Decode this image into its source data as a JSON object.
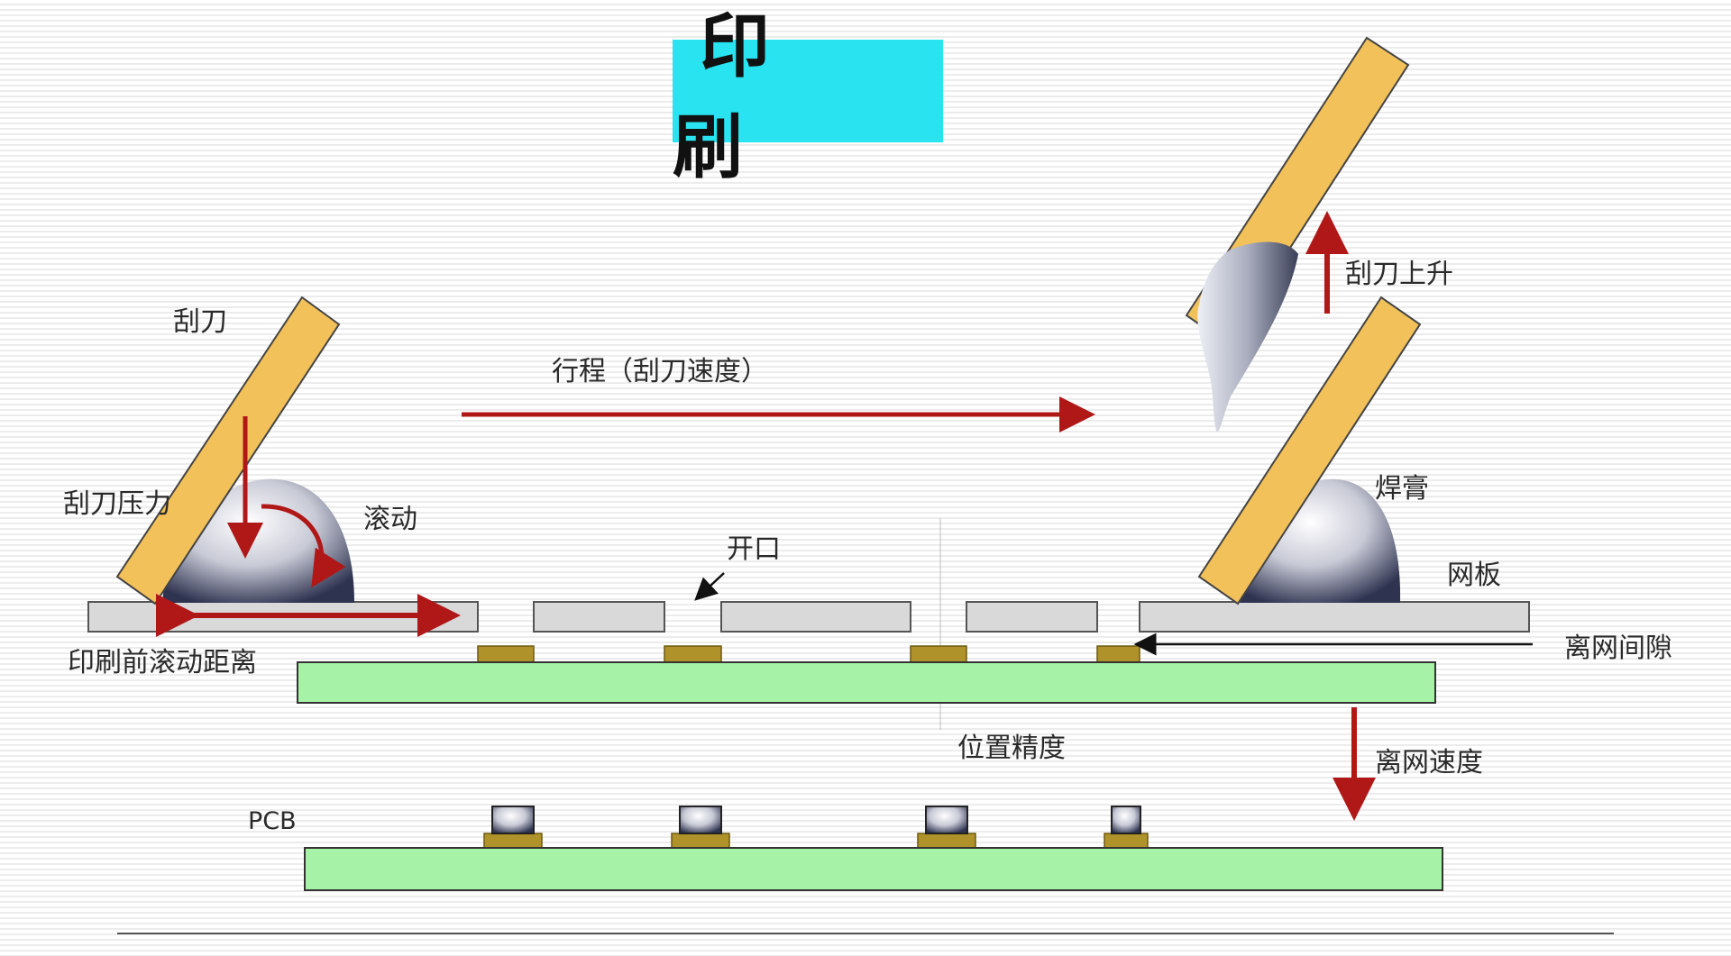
{
  "title": "印 刷",
  "labels": {
    "squeegee": "刮刀",
    "squeegee_pressure": "刮刀压力",
    "rolling": "滚动",
    "stroke": "行程（刮刀速度）",
    "aperture": "开口",
    "roll_distance": "印刷前滚动距离",
    "squeegee_lift": "刮刀上升",
    "solder_paste": "焊膏",
    "stencil": "网板",
    "snap_off_gap": "离网间隙",
    "position_accuracy": "位置精度",
    "separation_speed": "离网速度",
    "pcb": "PCB"
  },
  "colors": {
    "title_bg": "#29e3f0",
    "squeegee": "#f2c15a",
    "stencil": "#d9d9d9",
    "pcb": "#a6f2a6",
    "pad": "#b0922a",
    "arrow": "#b01818",
    "paste": "#9aa0b8"
  }
}
